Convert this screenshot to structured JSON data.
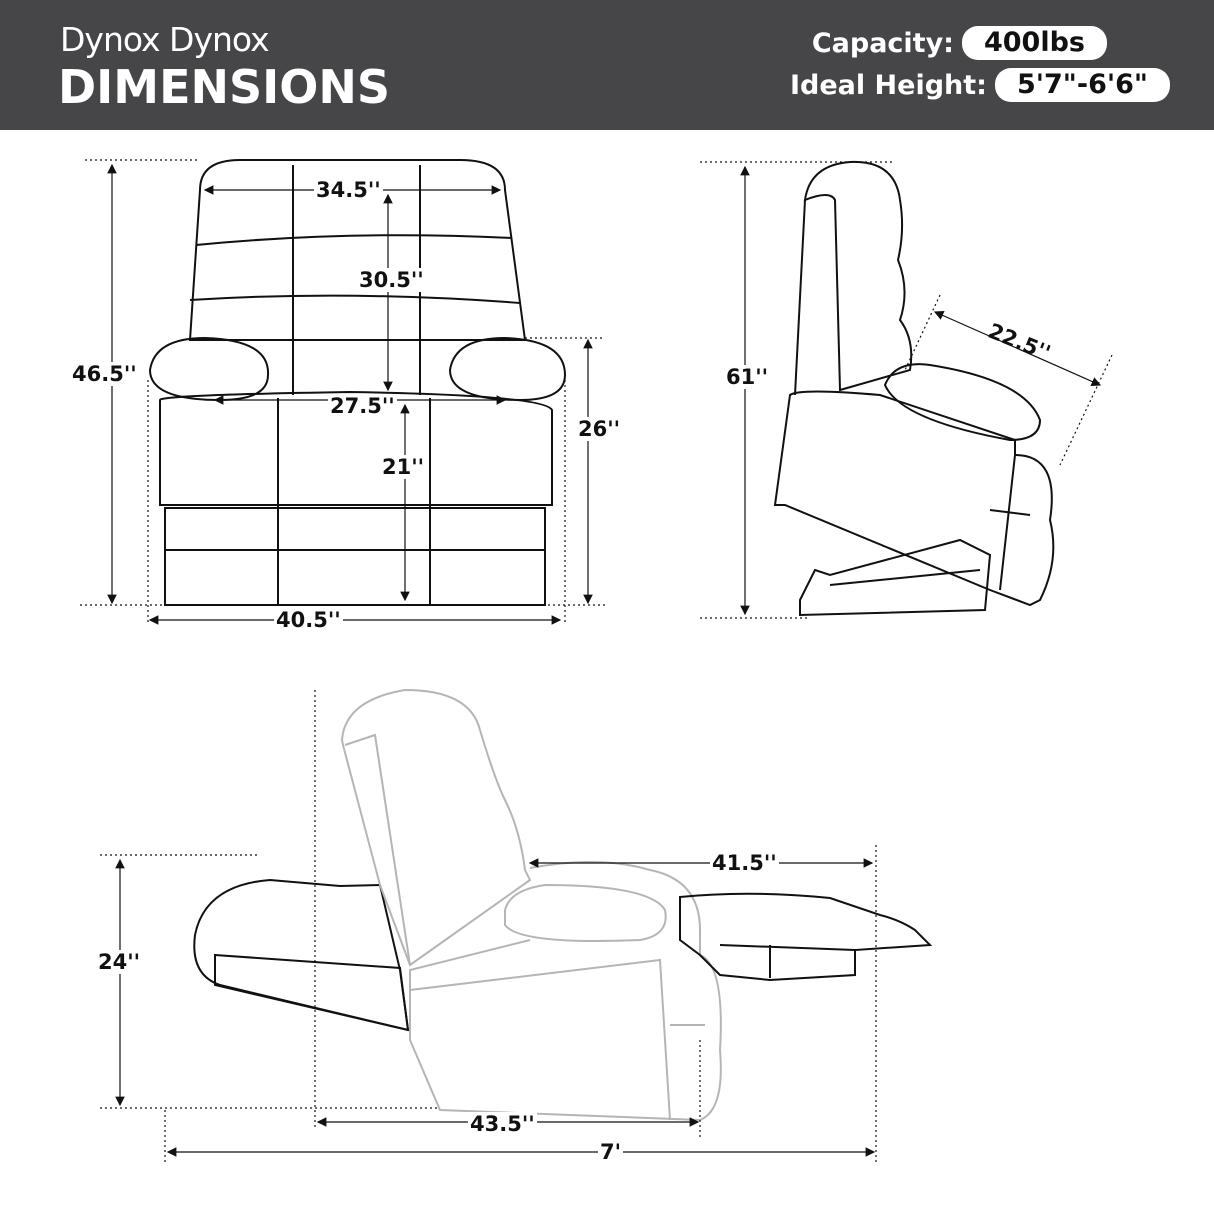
{
  "header": {
    "brand": "Dynox Dynox",
    "title": "DIMENSIONS",
    "capacity_label": "Capacity:",
    "capacity_value": "400lbs",
    "height_label": "Ideal Height:",
    "height_value": "5'7\"-6'6\""
  },
  "front_view": {
    "back_width": "34.5''",
    "back_height": "30.5''",
    "total_height": "46.5''",
    "seat_width": "27.5''",
    "seat_height": "21''",
    "arm_height": "26''",
    "total_width": "40.5''"
  },
  "side_view": {
    "total_height": "61''",
    "seat_depth": "22.5''"
  },
  "reclined_view": {
    "height": "24''",
    "footrest_length": "41.5''",
    "base_depth": "43.5''",
    "total_length": "7'"
  },
  "colors": {
    "header_bg": "#464548",
    "line": "#111111",
    "reclined_line": "#b5b5b5"
  }
}
